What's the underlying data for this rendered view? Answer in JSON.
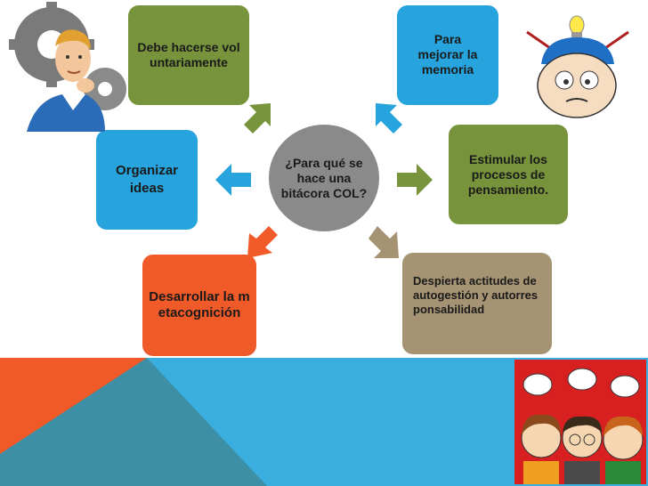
{
  "center": {
    "text": "¿Para qué se hace una bitácora COL?"
  },
  "nodes": [
    {
      "id": "voluntary",
      "text": "Debe hacerse voluntariamente",
      "color": "#77933c",
      "text_color": "#1a1a1a"
    },
    {
      "id": "memory",
      "text": "Para mejorar la memoria",
      "color": "#27a4dd",
      "text_color": "#1a1a1a"
    },
    {
      "id": "thinking",
      "text": "Estimular los procesos de pensamiento.",
      "color": "#77933c",
      "text_color": "#1a1a1a"
    },
    {
      "id": "attitudes",
      "text": "Despierta actitudes de autogestión y autorresponsabilidad",
      "color": "#a59373",
      "text_color": "#1a1a1a"
    },
    {
      "id": "metacognition",
      "text": "Desarrollar la metacognición",
      "color": "#f05a28",
      "text_color": "#1a1a1a"
    },
    {
      "id": "organize",
      "text": "Organizar ideas",
      "color": "#27a4dd",
      "text_color": "#1a1a1a"
    }
  ],
  "colors": {
    "band_blue": "#3aaede",
    "band_orange": "#f05a28",
    "band_teal": "#3d8fa5",
    "center": "#8a8a8a"
  },
  "icons": [
    "gears-thinking-man-icon",
    "thinking-cap-boy-icon",
    "kids-thinking-icon"
  ]
}
